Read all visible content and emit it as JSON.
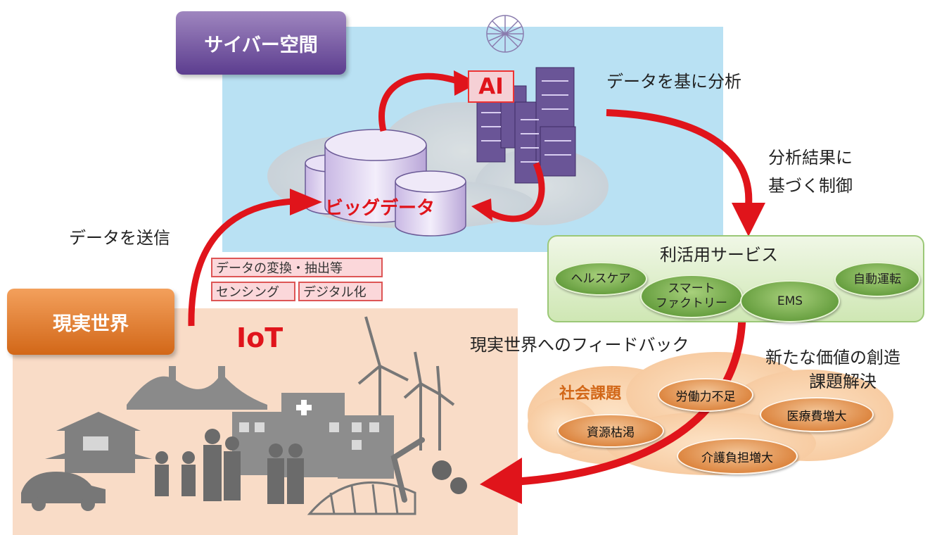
{
  "cyber": {
    "title": "サイバー空間"
  },
  "real": {
    "title": "現実世界"
  },
  "ai_label": "AI",
  "bigdata_label": "ビッグデータ",
  "iot_label": "IoT",
  "captions": {
    "analyze": "データを基に分析",
    "control_line1": "分析結果に",
    "control_line2": "基づく制御",
    "send": "データを送信",
    "feedback": "現実世界へのフィードバック",
    "value_line1": "新たな価値の創造",
    "value_line2": "課題解決"
  },
  "steps": {
    "convert": "データの変換・抽出等",
    "sensing": "センシング",
    "digital": "デジタル化"
  },
  "services": {
    "title": "利活用サービス",
    "items": [
      {
        "label": "ヘルスケア"
      },
      {
        "label": "スマート\nファクトリー"
      },
      {
        "label": "EMS"
      },
      {
        "label": "自動運転"
      }
    ]
  },
  "social": {
    "title": "社会課題",
    "issues": [
      {
        "label": "労働力不足"
      },
      {
        "label": "医療費増大"
      },
      {
        "label": "資源枯渇"
      },
      {
        "label": "介護負担増大"
      }
    ]
  },
  "colors": {
    "cyber_bg": "#b9e1f3",
    "real_bg": "#f9dcc7",
    "arrow": "#e0141b",
    "purple": "#5c3d8f",
    "orange": "#d26718",
    "green": "#4e8c28"
  }
}
